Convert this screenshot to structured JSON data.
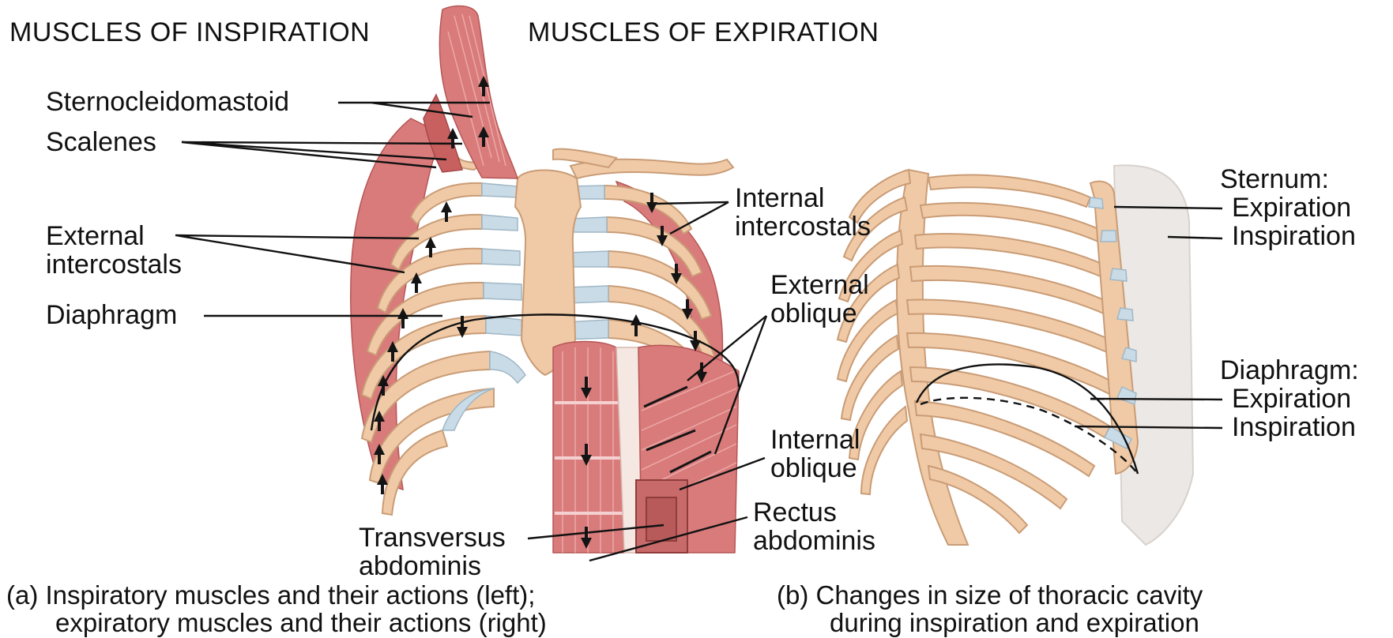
{
  "headers": {
    "inspiration": "MUSCLES OF INSPIRATION",
    "expiration": "MUSCLES OF EXPIRATION"
  },
  "labels": {
    "sternocleidomastoid": "Sternocleidomastoid",
    "scalenes": "Scalenes",
    "external_intercostals_1": "External",
    "external_intercostals_2": "intercostals",
    "diaphragm": "Diaphragm",
    "internal_intercostals_1": "Internal",
    "internal_intercostals_2": "intercostals",
    "external_oblique_1": "External",
    "external_oblique_2": "oblique",
    "internal_oblique_1": "Internal",
    "internal_oblique_2": "oblique",
    "rectus_abdominis_1": "Rectus",
    "rectus_abdominis_2": "abdominis",
    "transversus_abdominis_1": "Transversus",
    "transversus_abdominis_2": "abdominis",
    "sternum_title": "Sternum:",
    "sternum_expiration": "Expiration",
    "sternum_inspiration": "Inspiration",
    "diaphragm_title": "Diaphragm:",
    "diaphragm_expiration": "Expiration",
    "diaphragm_inspiration": "Inspiration"
  },
  "captions": {
    "a_line1": "(a) Inspiratory muscles and their actions (left);",
    "a_line2": "expiratory muscles and their actions (right)",
    "b_line1": "(b) Changes in size of thoracic cavity",
    "b_line2": "during inspiration and expiration"
  },
  "colors": {
    "muscle": "#d97b7b",
    "bone": "#f0caa6",
    "cartilage": "#c9dbe6",
    "text": "#111111"
  }
}
